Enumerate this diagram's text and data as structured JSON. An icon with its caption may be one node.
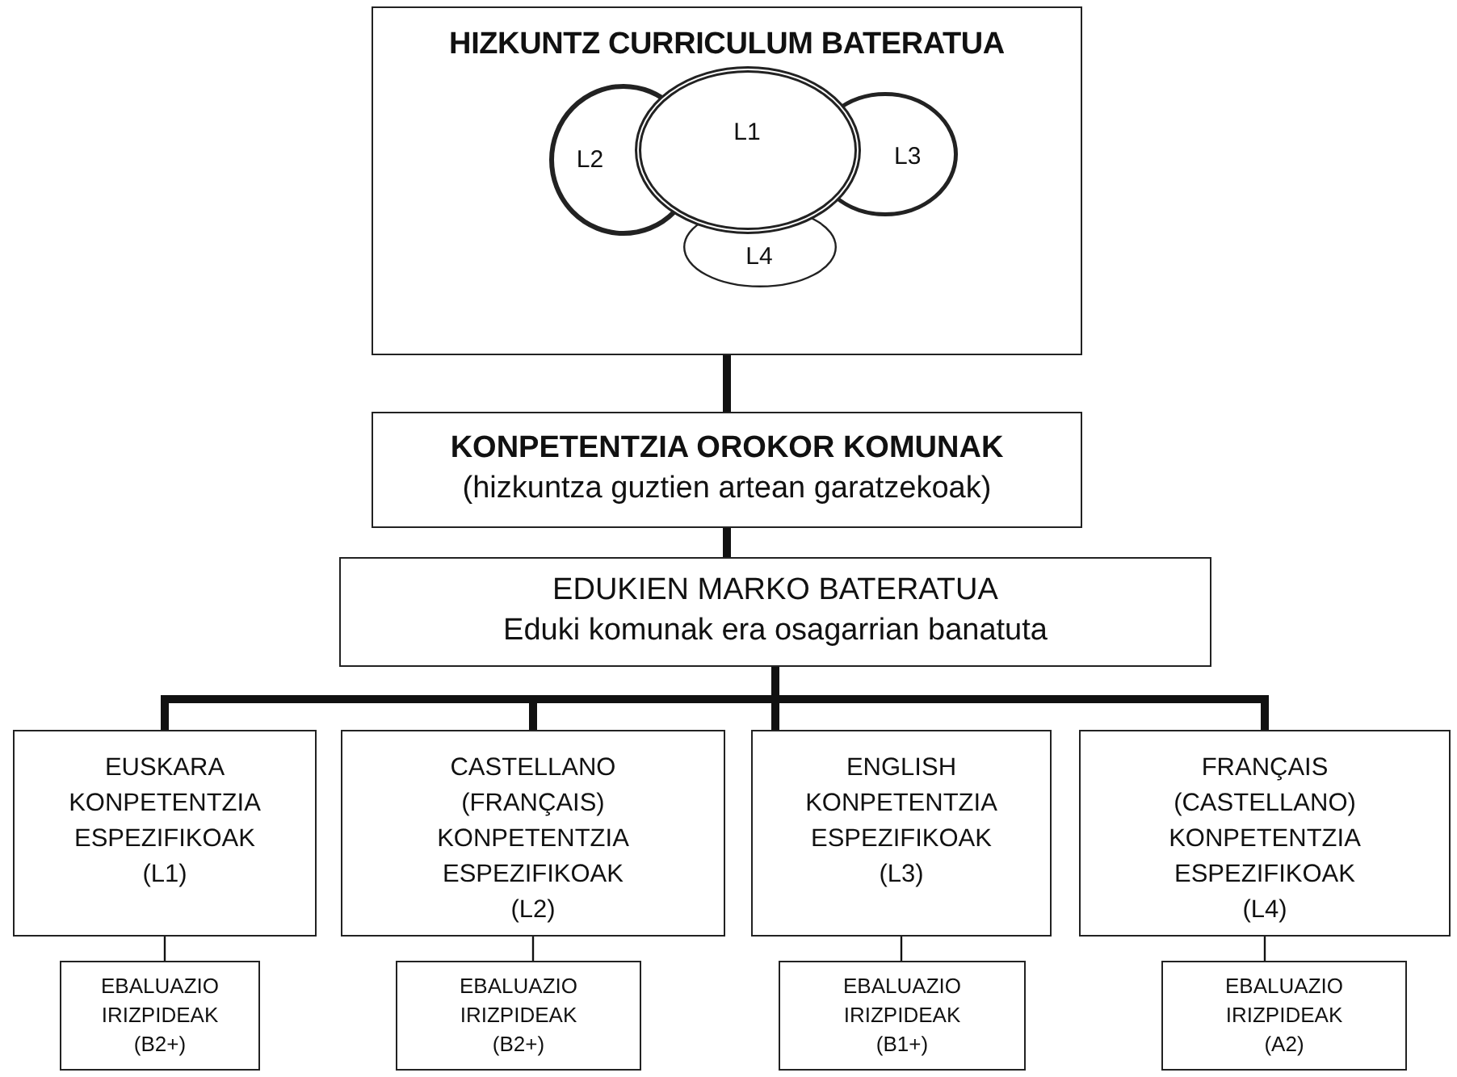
{
  "diagram": {
    "nodes": [
      {
        "text": [
          "HIZKUNTZ CURRICULUM BATERATUA"
        ]
      },
      {
        "text": [
          "L2"
        ],
        "in": 0
      },
      {
        "text": [
          "L1"
        ],
        "in": 0
      },
      {
        "text": [
          "L3"
        ],
        "in": 0
      },
      {
        "text": [
          "L4"
        ],
        "in": 0
      },
      {
        "text": [
          "KONPETENTZIA OROKOR KOMUNAK",
          "(hizkuntza guztien artean garatzekoak)"
        ]
      },
      {
        "text": [
          "EDUKIEN MARKO BATERATUA",
          "Eduki komunak era osagarrian banatuta"
        ]
      },
      {
        "text": [
          "EUSKARA KONPETENTZIA ESPEZIFIKOAK (L1)"
        ]
      },
      {
        "text": [
          "CASTELLANO (FRANÇAIS) KONPETENTZIA ESPEZIFIKOAK (L2)"
        ]
      },
      {
        "text": [
          "ENGLISH KONPETENTZIA ESPEZIFIKOAK (L3)"
        ]
      },
      {
        "text": [
          "FRANÇAIS (CASTELLANO) KONPETENTZIA ESPEZIFIKOAK (L4)"
        ]
      },
      {
        "text": [
          "EBALUAZIO IRIZPIDEAK (B2+)"
        ]
      },
      {
        "text": [
          "EBALUAZIO IRIZPIDEAK (B2+)"
        ]
      },
      {
        "text": [
          "EBALUAZIO IRIZPIDEAK (B1+)"
        ]
      },
      {
        "text": [
          "EBALUAZIO IRIZPIDEAK (A2)"
        ]
      }
    ],
    "edges": [
      {
        "from": 0,
        "to": 5,
        "arrow": "none"
      },
      {
        "from": 5,
        "to": 6,
        "arrow": "none"
      },
      {
        "from": 6,
        "to": 7,
        "arrow": "none"
      },
      {
        "from": 6,
        "to": 8,
        "arrow": "none"
      },
      {
        "from": 6,
        "to": 9,
        "arrow": "none"
      },
      {
        "from": 6,
        "to": 10,
        "arrow": "none"
      },
      {
        "from": 7,
        "to": 11,
        "arrow": "none"
      },
      {
        "from": 8,
        "to": 12,
        "arrow": "none"
      },
      {
        "from": 9,
        "to": 13,
        "arrow": "none"
      },
      {
        "from": 10,
        "to": 14,
        "arrow": "none"
      }
    ]
  }
}
